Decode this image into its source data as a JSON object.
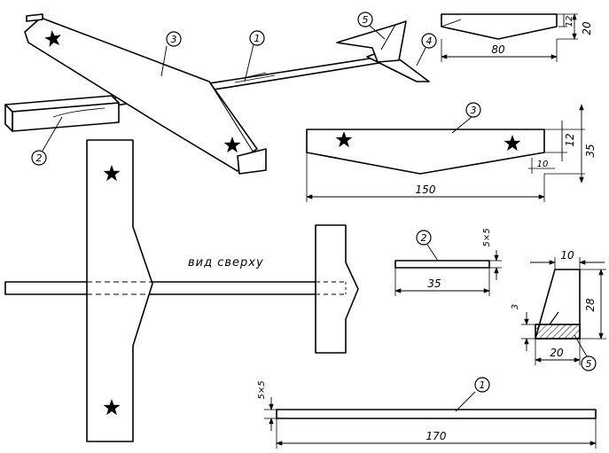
{
  "caption": "вид сверху",
  "labels": {
    "spar": "1",
    "ballast": "2",
    "wing": "3",
    "stabilizer": "4",
    "fin": "5"
  },
  "dimensions": {
    "fin_length": "80",
    "fin_height_total": "20",
    "fin_height_part": "12",
    "wing_span": "150",
    "wing_height_total": "35",
    "wing_height_part": "12",
    "wing_tip": "10",
    "ballast_length": "35",
    "ballast_section": "5×5",
    "tail_top": "10",
    "tail_height": "28",
    "tail_bottom": "20",
    "tail_cut": "3",
    "spar_length": "170",
    "spar_section": "5×5"
  }
}
